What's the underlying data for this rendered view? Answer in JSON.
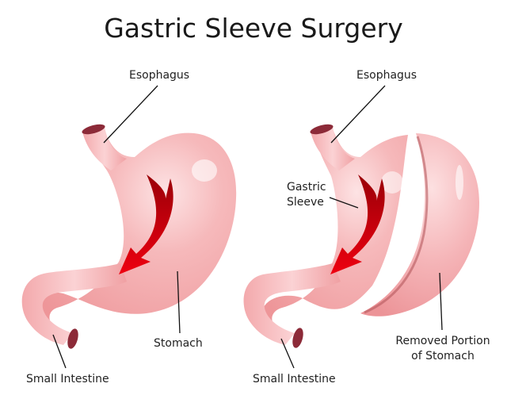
{
  "title": "Gastric Sleeve Surgery",
  "left_diagram": {
    "labels": {
      "esophagus": "Esophagus",
      "stomach": "Stomach",
      "small_intestine": "Small Intestine"
    }
  },
  "right_diagram": {
    "labels": {
      "esophagus": "Esophagus",
      "gastric_sleeve_line1": "Gastric",
      "gastric_sleeve_line2": "Sleeve",
      "small_intestine": "Small Intestine",
      "removed_line1": "Removed Portion",
      "removed_line2": "of Stomach"
    }
  },
  "colors": {
    "stomach": "#f2a3a6",
    "stomach_light": "#f8c9cb",
    "arrow_dark": "#a3000a",
    "arrow_bright": "#e8000c",
    "opening": "#8c2a38",
    "leader": "#111111"
  }
}
